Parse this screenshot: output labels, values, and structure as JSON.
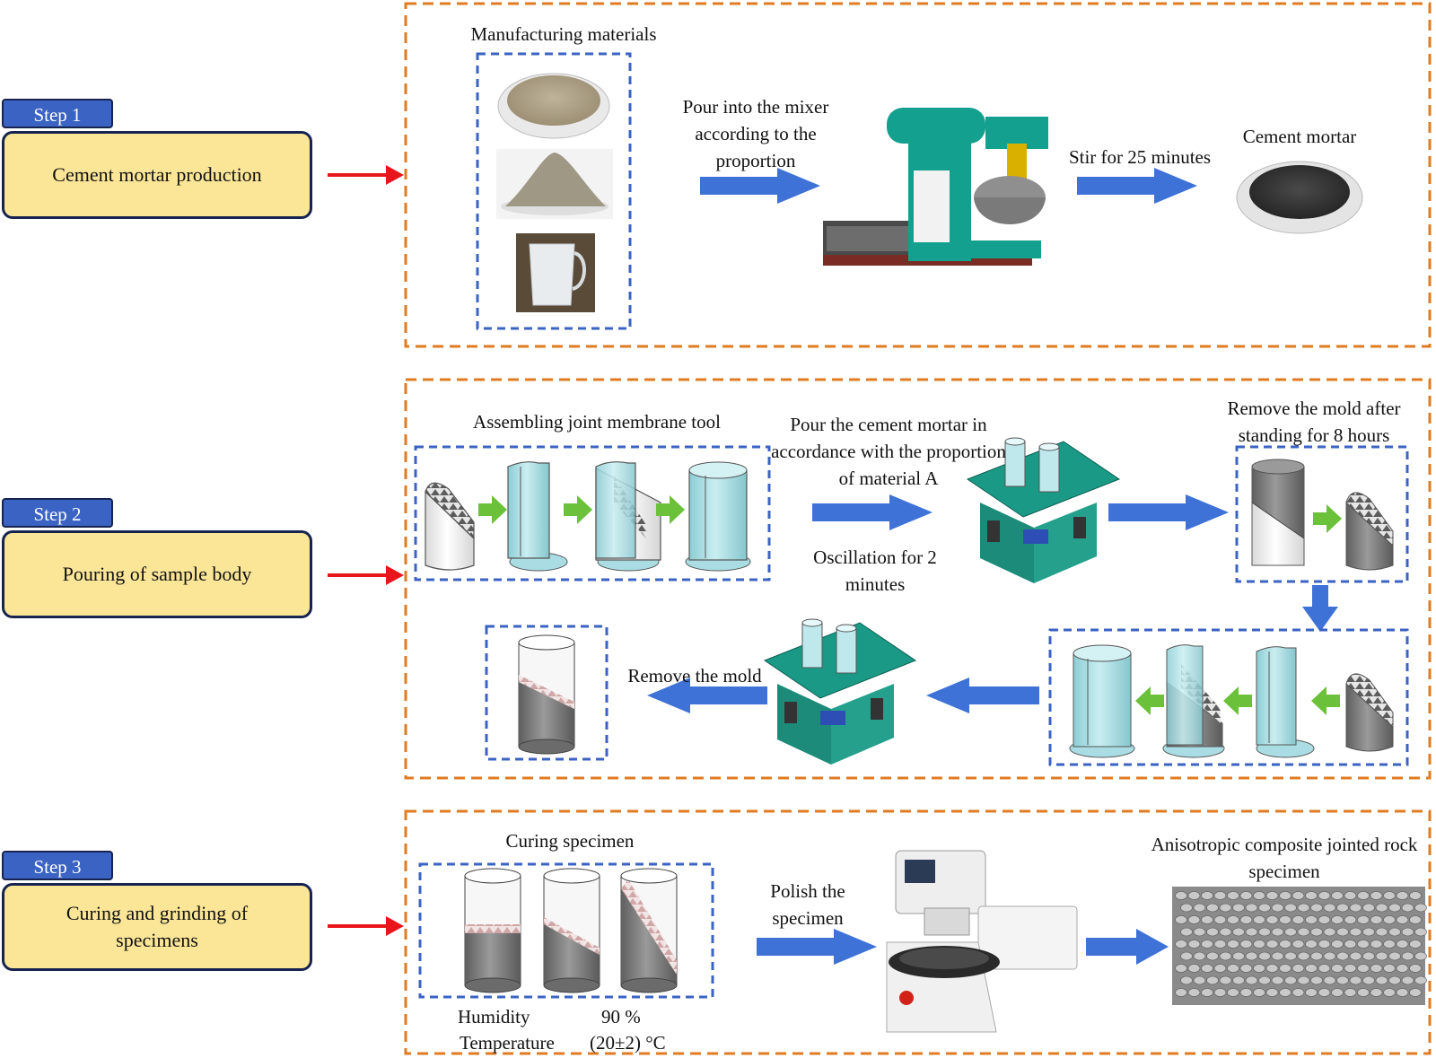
{
  "steps": [
    {
      "tab": "Step 1",
      "title": "Cement mortar production"
    },
    {
      "tab": "Step 2",
      "title": "Pouring of sample body"
    },
    {
      "tab": "Step 3",
      "title": "Curing and grinding of specimens"
    }
  ],
  "stage1": {
    "materials_label": "Manufacturing materials",
    "pour_label": "Pour into the mixer according to the proportion",
    "stir_label": "Stir for 25 minutes",
    "result_label": "Cement mortar"
  },
  "stage2": {
    "assemble_label": "Assembling joint membrane tool",
    "pour_label": "Pour the cement mortar in accordance with the proportion of material A",
    "oscillation_label": "Oscillation for 2 minutes",
    "remove_after_label": "Remove the mold after standing for 8 hours",
    "remove_label": "Remove the mold"
  },
  "stage3": {
    "curing_label": "Curing specimen",
    "humidity_label": "Humidity",
    "humidity_value": "90 %",
    "temperature_label": "Temperature",
    "temperature_value": "(20±2) °C",
    "polish_label": "Polish the specimen",
    "result_label": "Anisotropic composite jointed rock specimen"
  },
  "colors": {
    "step_tab": "#3b63c4",
    "step_box": "#fbe697",
    "stage_border": "#e07b22",
    "group_border": "#3b63c4",
    "flow_arrow": "#3e72d6",
    "red_arrow": "#e8161b",
    "green_arrow": "#6cc13a",
    "mold": "#a9dde3",
    "specimen_dark": "#7e7e7e"
  }
}
